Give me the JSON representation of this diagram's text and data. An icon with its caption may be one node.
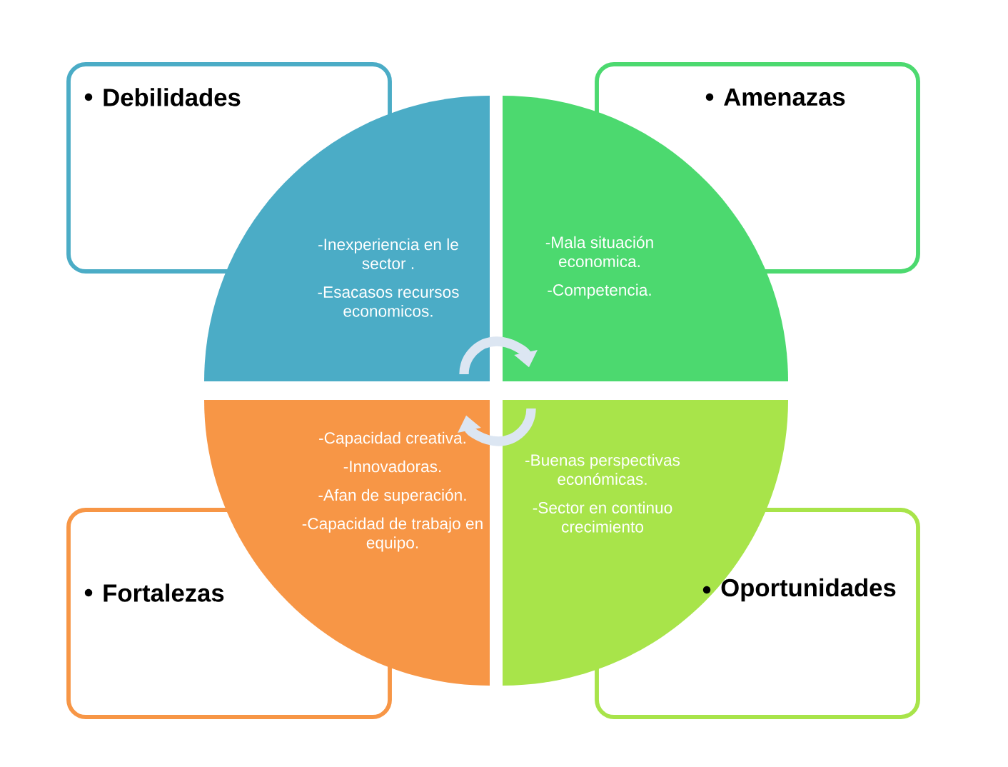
{
  "diagram": {
    "nodes": [
      {
        "text": [
          "Debilidades"
        ]
      },
      {
        "text": [
          "Amenazas"
        ]
      },
      {
        "text": [
          "Fortalezas"
        ]
      },
      {
        "text": [
          "Oportunidades"
        ]
      },
      {
        "text": [
          "-Inexperiencia en le sector .",
          "-Esacasos recursos economicos."
        ]
      },
      {
        "text": [
          "-Mala situación economica.",
          "-Competencia."
        ]
      },
      {
        "text": [
          "-Capacidad creativa.",
          "-Innovadoras.",
          "-Afan de superación.",
          "-Capacidad de trabajo en equipo."
        ]
      },
      {
        "text": [
          "-Buenas perspectivas económicas.",
          "-Sector en continuo crecimiento"
        ]
      }
    ],
    "edges": [
      {
        "from": 4,
        "to": 5,
        "arrow": "to"
      },
      {
        "from": 7,
        "to": 6,
        "arrow": "to"
      }
    ]
  }
}
